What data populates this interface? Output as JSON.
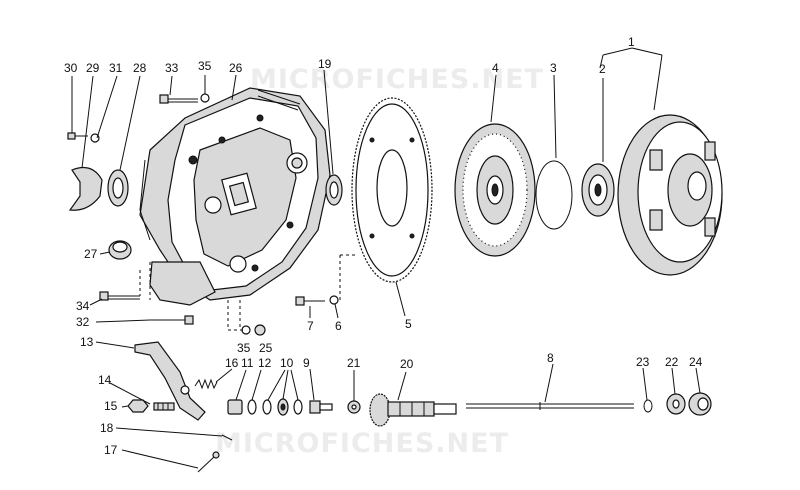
{
  "watermark": "MICROFICHES.NET",
  "callouts": {
    "p1": "1",
    "p2": "2",
    "p3": "3",
    "p4": "4",
    "p5": "5",
    "p6": "6",
    "p7": "7",
    "p8": "8",
    "p9": "9",
    "p10": "10",
    "p11": "11",
    "p12": "12",
    "p13": "13",
    "p14": "14",
    "p15": "15",
    "p16": "16",
    "p17": "17",
    "p18": "18",
    "p19": "19",
    "p20": "20",
    "p21": "21",
    "p22": "22",
    "p23": "23",
    "p24": "24",
    "p25": "25",
    "p26": "26",
    "p27": "27",
    "p28": "28",
    "p29": "29",
    "p30": "30",
    "p31": "31",
    "p32": "32",
    "p33": "33",
    "p34": "34",
    "p35a": "35",
    "p35b": "35"
  }
}
